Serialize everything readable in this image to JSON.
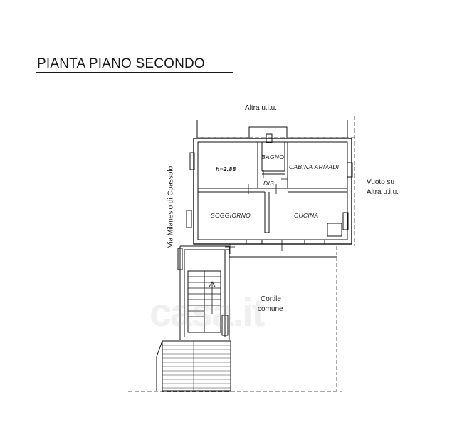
{
  "title": "PIANTA PIANO SECONDO",
  "labels": {
    "top_neighbor": "Altra u.i.u.",
    "right_void_line1": "Vuoto su",
    "right_void_line2": "Altra u.i.u.",
    "street": "Via Milanesio di Coassolo",
    "courtyard_line1": "Cortile",
    "courtyard_line2": "comune"
  },
  "rooms": {
    "height": "h=2.88",
    "bagno": "BAGNO",
    "cabina": "CABINA ARMADI",
    "dis": "DIS.",
    "soggiorno": "SOGGIORNO",
    "cucina": "CUCINA"
  },
  "watermark": "casa.it",
  "colors": {
    "wall": "#111111",
    "dash": "#555555",
    "text": "#222222"
  }
}
